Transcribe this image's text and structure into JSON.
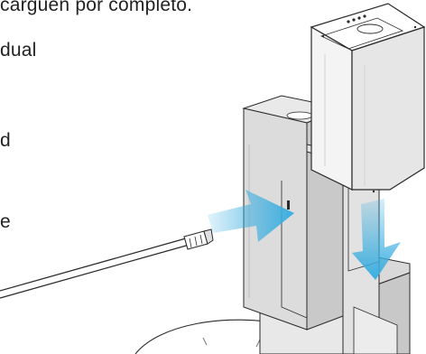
{
  "text_fragments": {
    "line_1": "carguen por completo.",
    "line_2": "dual",
    "line_3": "d",
    "line_4": "e"
  },
  "colors": {
    "text": "#222222",
    "arrow_blue": "#3aaee0",
    "outline": "#2a2a2a",
    "body_light": "#efefef",
    "body_mid": "#d9d9d9",
    "body_dark": "#c4c4c4"
  },
  "illustration": {
    "subject": "battery inserted into charging dock with cable"
  }
}
